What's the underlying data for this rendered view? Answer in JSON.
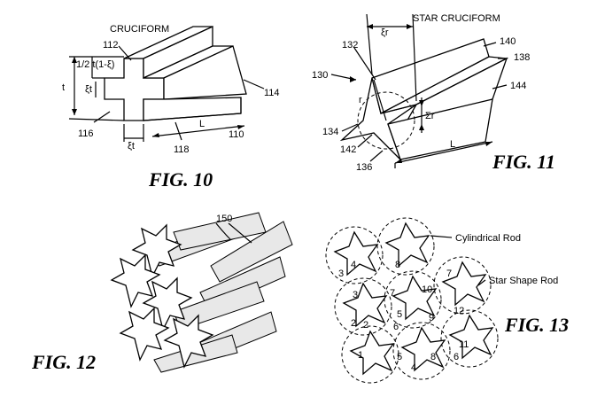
{
  "fig10": {
    "caption": "FIG. 10",
    "title": "CRUCIFORM",
    "refs": {
      "r112": "112",
      "r114": "114",
      "r116": "116",
      "r118": "118",
      "r110": "110"
    },
    "dims": {
      "t": "t",
      "half": "1/2 t(1-ξ)",
      "xi_t": "ξt",
      "xi_t_bottom": "ξt",
      "L": "L"
    }
  },
  "fig11": {
    "caption": "FIG. 11",
    "title": "STAR CRUCIFORM",
    "refs": {
      "r130": "130",
      "r132": "132",
      "r134": "134",
      "r136": "136",
      "r138": "138",
      "r140": "140",
      "r142": "142",
      "r144": "144"
    },
    "dims": {
      "xi_r": "ξr",
      "r": "r",
      "sigma_r": "Σr",
      "L": "L"
    }
  },
  "fig12": {
    "caption": "FIG. 12",
    "refs": {
      "r150": "150"
    }
  },
  "fig13": {
    "caption": "FIG. 13",
    "labels": {
      "cyl": "Cylindrical Rod",
      "star": "Star Shape Rod"
    },
    "numbers": [
      "1",
      "2",
      "3",
      "4",
      "5",
      "6",
      "7",
      "8",
      "9",
      "10",
      "11",
      "12"
    ]
  },
  "colors": {
    "ink": "#000000",
    "paper": "#ffffff",
    "shade": "#e8e8e8"
  }
}
